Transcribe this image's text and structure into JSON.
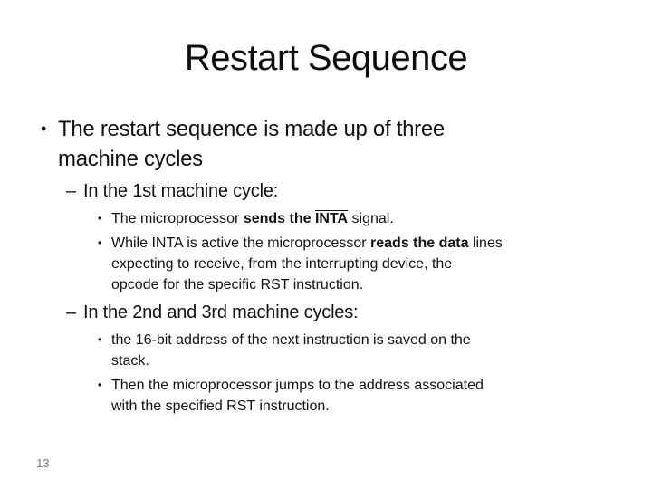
{
  "slide": {
    "title": "Restart Sequence",
    "page_number": "13",
    "background_color": "#ffffff",
    "text_color": "#111111",
    "page_number_color": "#7a7a7a",
    "bullets": [
      {
        "level": 1,
        "marker": "•",
        "lines": [
          [
            {
              "t": "The restart sequence is made up of three"
            }
          ],
          [
            {
              "t": "machine cycles"
            }
          ]
        ]
      },
      {
        "level": 2,
        "marker": "–",
        "lines": [
          [
            {
              "t": "In the 1st machine cycle:"
            }
          ]
        ]
      },
      {
        "level": 3,
        "marker": "•",
        "lines": [
          [
            {
              "t": "The microprocessor "
            },
            {
              "t": "sends the ",
              "b": true
            },
            {
              "t": "INTA",
              "b": true,
              "ov": true
            },
            {
              "t": " signal."
            }
          ]
        ]
      },
      {
        "level": 3,
        "marker": "•",
        "lines": [
          [
            {
              "t": "While "
            },
            {
              "t": "INTA",
              "ov": true
            },
            {
              "t": " is active the microprocessor "
            },
            {
              "t": "reads the data",
              "b": true
            },
            {
              "t": " lines"
            }
          ],
          [
            {
              "t": "expecting to receive, from the interrupting device, the"
            }
          ],
          [
            {
              "t": "opcode for the specific RST instruction."
            }
          ]
        ]
      },
      {
        "level": 2,
        "marker": "–",
        "lines": [
          [
            {
              "t": "In the 2nd and 3rd machine cycles:"
            }
          ]
        ]
      },
      {
        "level": 3,
        "marker": "•",
        "lines": [
          [
            {
              "t": "the 16-bit address of the next instruction is saved on the"
            }
          ],
          [
            {
              "t": "stack."
            }
          ]
        ]
      },
      {
        "level": 3,
        "marker": "•",
        "lines": [
          [
            {
              "t": "Then the microprocessor jumps to the address associated"
            }
          ],
          [
            {
              "t": "with the specified RST instruction."
            }
          ]
        ]
      }
    ]
  }
}
